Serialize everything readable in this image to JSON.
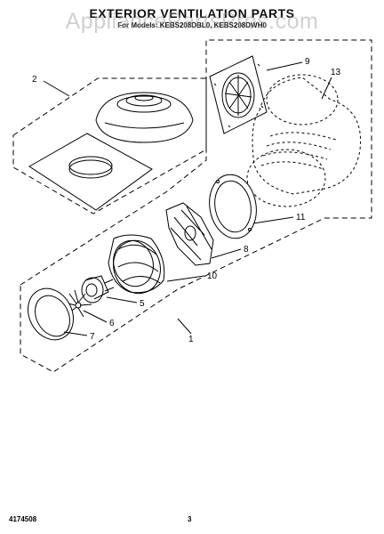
{
  "header": {
    "title": "EXTERIOR VENTILATION PARTS",
    "subtitle": "For Models: KEBS208DBL0, KEBS208DWH0",
    "watermark": "AppliancePartsPros.com"
  },
  "callouts": [
    "1",
    "2",
    "5",
    "6",
    "7",
    "8",
    "9",
    "10",
    "11",
    "13"
  ],
  "footer": {
    "doc_number": "4174508",
    "page_number": "3"
  }
}
